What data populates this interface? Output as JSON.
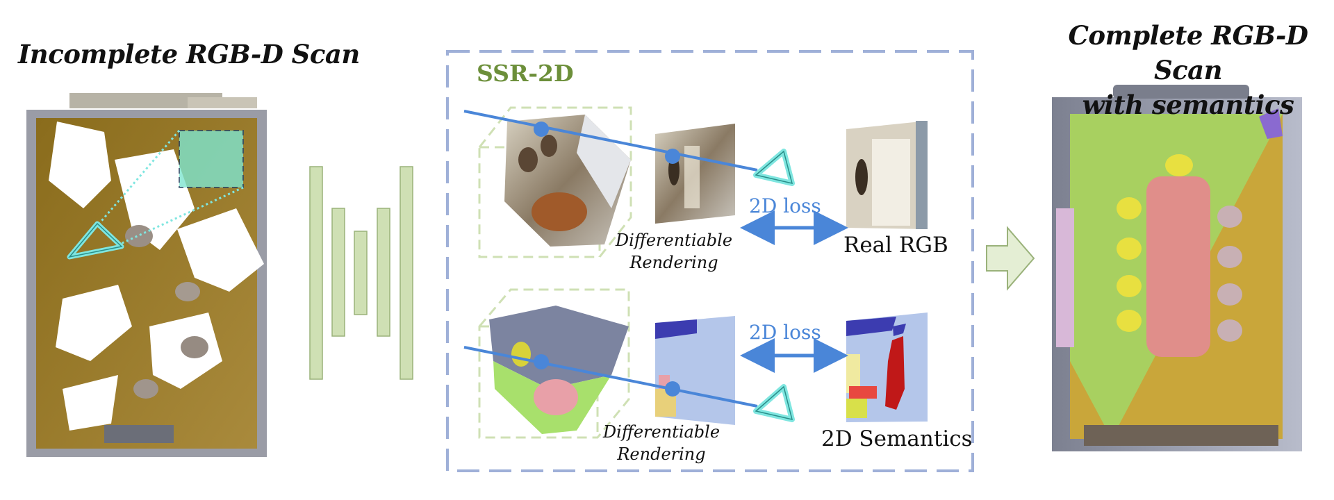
{
  "titles": {
    "input": "Incomplete RGB-D Scan",
    "output_line1": "Complete RGB-D Scan",
    "output_line2": "with semantics"
  },
  "module": {
    "name": "SSR-2D",
    "rgb_branch": {
      "render_line1": "Differentiable",
      "render_line2": "Rendering",
      "loss": "2D loss",
      "target": "Real RGB"
    },
    "semantic_branch": {
      "render_line1": "Differentiable",
      "render_line2": "Rendering",
      "loss": "2D loss",
      "target": "2D Semantics"
    }
  },
  "colors": {
    "ssr_green": "#6c8f3a",
    "dashed_box": "#9fb0d8",
    "network_bar": "#cfe0b4",
    "ray_blue": "#4a86d8",
    "camera_cyan": "#7fe6e0",
    "semantic_floor": "#a8e06c",
    "semantic_table": "#e8a0a8",
    "semantic_wall": "#b4c6ea"
  }
}
